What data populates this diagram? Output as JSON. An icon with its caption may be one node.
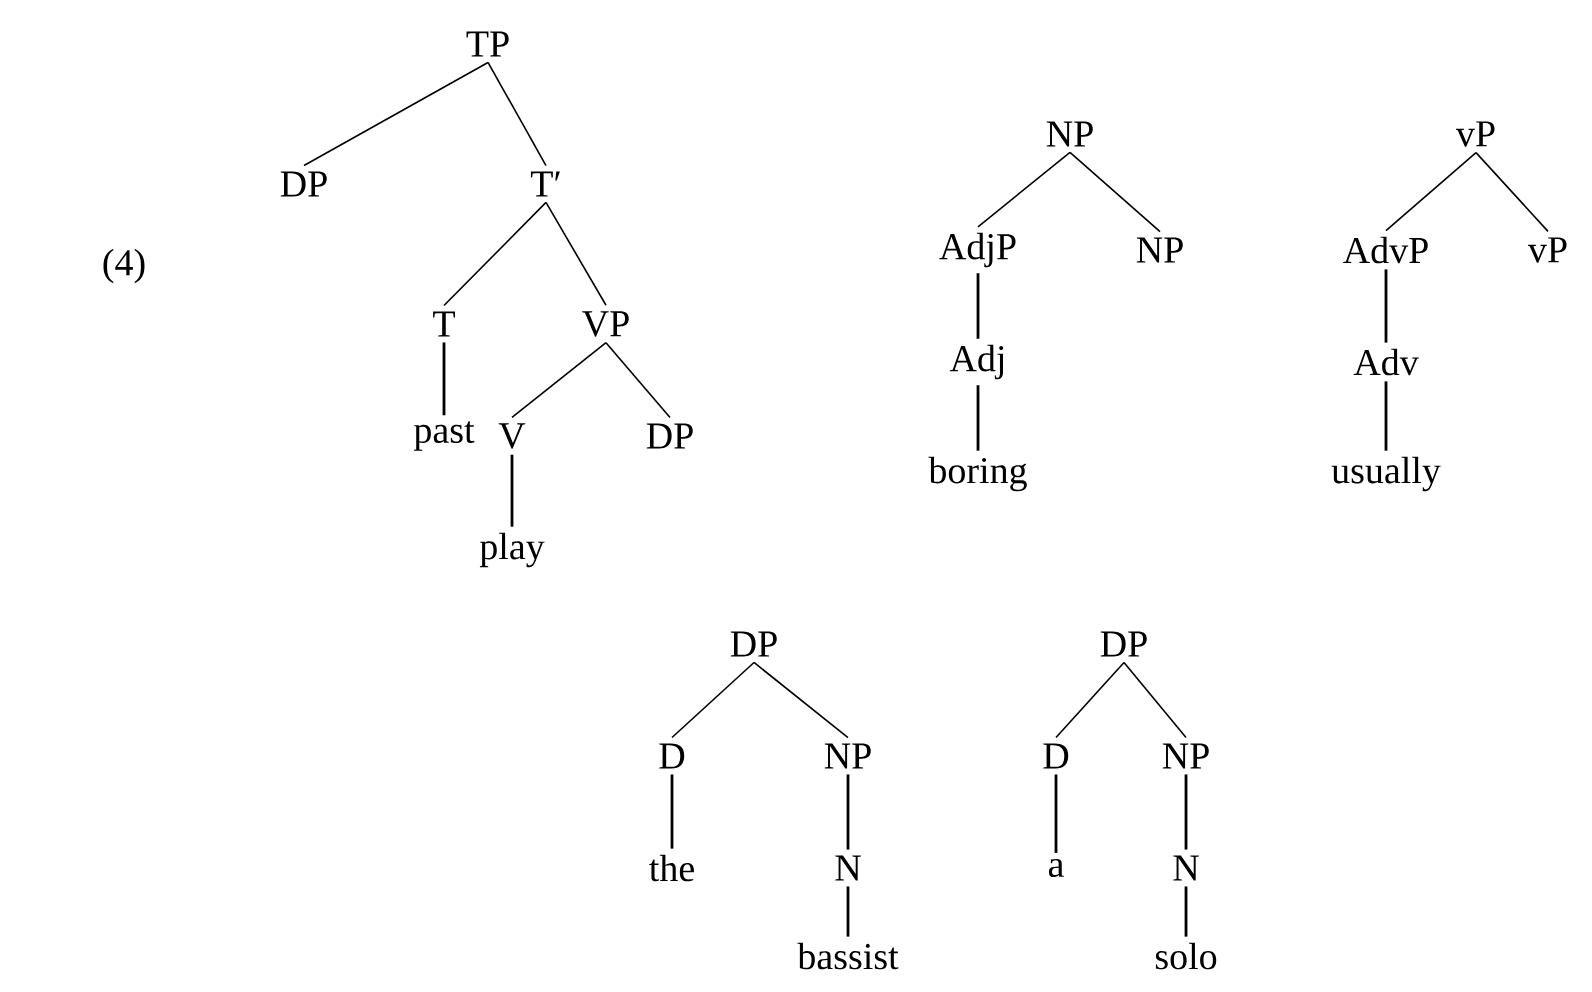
{
  "diagram": {
    "nodes": [
      {
        "text": [
          "TP"
        ]
      },
      {
        "text": [
          "DP"
        ]
      },
      {
        "text": [
          "T′"
        ]
      },
      {
        "text": [
          "T"
        ]
      },
      {
        "text": [
          "VP"
        ]
      },
      {
        "text": [
          "past"
        ]
      },
      {
        "text": [
          "V"
        ]
      },
      {
        "text": [
          "DP"
        ]
      },
      {
        "text": [
          "play"
        ]
      },
      {
        "text": [
          "NP"
        ]
      },
      {
        "text": [
          "AdjP"
        ]
      },
      {
        "text": [
          "NP"
        ]
      },
      {
        "text": [
          "Adj"
        ]
      },
      {
        "text": [
          "boring"
        ]
      },
      {
        "text": [
          "vP"
        ]
      },
      {
        "text": [
          "AdvP"
        ]
      },
      {
        "text": [
          "vP"
        ]
      },
      {
        "text": [
          "Adv"
        ]
      },
      {
        "text": [
          "usually"
        ]
      },
      {
        "text": [
          "DP"
        ]
      },
      {
        "text": [
          "D"
        ]
      },
      {
        "text": [
          "NP"
        ]
      },
      {
        "text": [
          "the"
        ]
      },
      {
        "text": [
          "N"
        ]
      },
      {
        "text": [
          "bassist"
        ]
      },
      {
        "text": [
          "DP"
        ]
      },
      {
        "text": [
          "D"
        ]
      },
      {
        "text": [
          "NP"
        ]
      },
      {
        "text": [
          "a"
        ]
      },
      {
        "text": [
          "N"
        ]
      },
      {
        "text": [
          "solo"
        ]
      }
    ],
    "edges": [
      {
        "from": 0,
        "to": 1,
        "arrow": "none"
      },
      {
        "from": 0,
        "to": 2,
        "arrow": "none"
      },
      {
        "from": 2,
        "to": 3,
        "arrow": "none"
      },
      {
        "from": 2,
        "to": 4,
        "arrow": "none"
      },
      {
        "from": 3,
        "to": 5,
        "arrow": "none"
      },
      {
        "from": 4,
        "to": 6,
        "arrow": "none"
      },
      {
        "from": 4,
        "to": 7,
        "arrow": "none"
      },
      {
        "from": 6,
        "to": 8,
        "arrow": "none"
      },
      {
        "from": 9,
        "to": 10,
        "arrow": "none"
      },
      {
        "from": 9,
        "to": 11,
        "arrow": "none"
      },
      {
        "from": 10,
        "to": 12,
        "arrow": "none"
      },
      {
        "from": 12,
        "to": 13,
        "arrow": "none"
      },
      {
        "from": 14,
        "to": 15,
        "arrow": "none"
      },
      {
        "from": 14,
        "to": 16,
        "arrow": "none"
      },
      {
        "from": 15,
        "to": 17,
        "arrow": "none"
      },
      {
        "from": 17,
        "to": 18,
        "arrow": "none"
      },
      {
        "from": 19,
        "to": 20,
        "arrow": "none"
      },
      {
        "from": 19,
        "to": 21,
        "arrow": "none"
      },
      {
        "from": 20,
        "to": 22,
        "arrow": "none"
      },
      {
        "from": 21,
        "to": 23,
        "arrow": "none"
      },
      {
        "from": 23,
        "to": 24,
        "arrow": "none"
      },
      {
        "from": 25,
        "to": 26,
        "arrow": "none"
      },
      {
        "from": 25,
        "to": 27,
        "arrow": "none"
      },
      {
        "from": 26,
        "to": 28,
        "arrow": "none"
      },
      {
        "from": 27,
        "to": 29,
        "arrow": "none"
      },
      {
        "from": 29,
        "to": 30,
        "arrow": "none"
      }
    ],
    "labels": [
      "(4)"
    ]
  }
}
